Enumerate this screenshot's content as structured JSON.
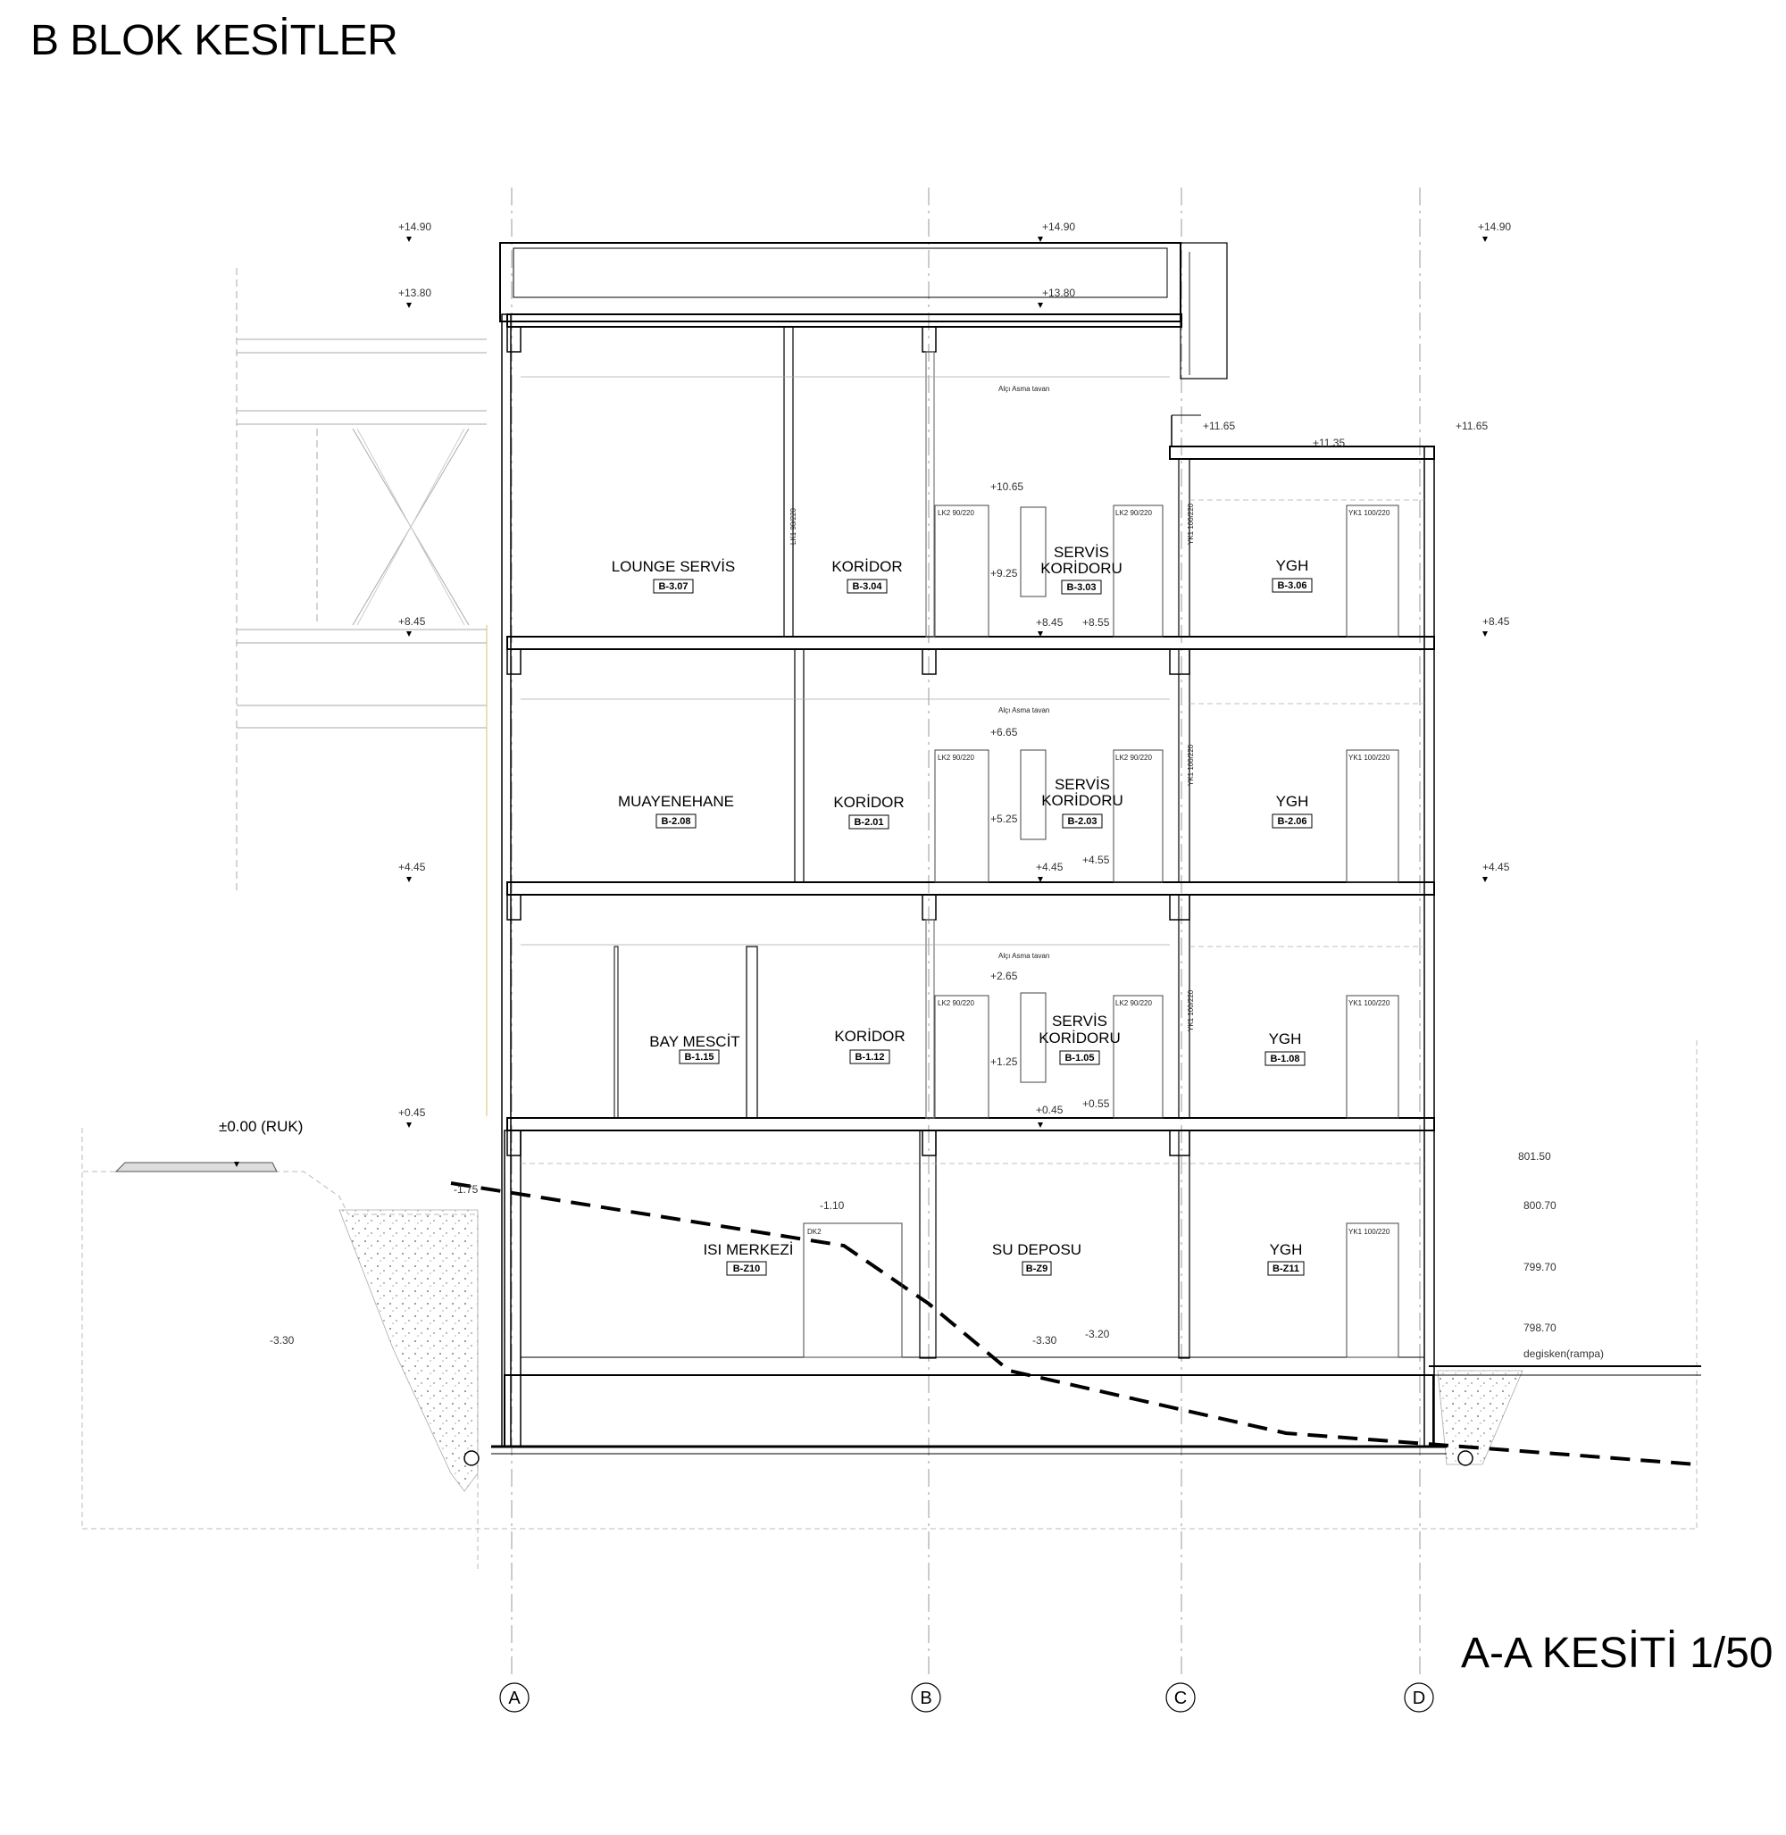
{
  "sheet": {
    "title": "B BLOK KESİTLER",
    "section_title": "A-A KESİTİ 1/50"
  },
  "grid_axes": [
    "A",
    "B",
    "C",
    "D"
  ],
  "levels": {
    "l1490": "+14.90",
    "l1380": "+13.80",
    "l1165": "+11.65",
    "l1135": "+11.35",
    "l1065": "+10.65",
    "l925": "+9.25",
    "l845": "+8.45",
    "l855": "+8.55",
    "l665": "+6.65",
    "l525": "+5.25",
    "l445": "+4.45",
    "l455": "+4.55",
    "l265": "+2.65",
    "l125": "+1.25",
    "l045": "+0.45",
    "l055": "+0.55",
    "ruk": "±0.00 (RUK)",
    "lm175": "-1.75",
    "lm110": "-1.10",
    "lm330": "-3.30",
    "lm320": "-3.20"
  },
  "site_levels": {
    "s80150": "801.50",
    "s80070": "800.70",
    "s79970": "799.70",
    "s79870": "798.70",
    "ramp": "degisken(rampa)"
  },
  "notes": {
    "ceiling": "Alçı Asma tavan"
  },
  "door_tags": {
    "lk1": "LK1 90/220",
    "lk2": "LK2 90/220",
    "yk1": "YK1 100/220",
    "yk1v": "YK1 100/220",
    "dk2": "DK2"
  },
  "rooms": {
    "r307": {
      "name": "LOUNGE SERVİS",
      "code": "B-3.07"
    },
    "r304": {
      "name": "KORİDOR",
      "code": "B-3.04"
    },
    "r303": {
      "name1": "SERVİS",
      "name2": "KORİDORU",
      "code": "B-3.03"
    },
    "r306": {
      "name": "YGH",
      "code": "B-3.06"
    },
    "r208": {
      "name": "MUAYENEHANE",
      "code": "B-2.08"
    },
    "r201": {
      "name": "KORİDOR",
      "code": "B-2.01"
    },
    "r203": {
      "name1": "SERVİS",
      "name2": "KORİDORU",
      "code": "B-2.03"
    },
    "r206": {
      "name": "YGH",
      "code": "B-2.06"
    },
    "r115": {
      "name": "BAY MESCİT",
      "code": "B-1.15"
    },
    "r112": {
      "name": "KORİDOR",
      "code": "B-1.12"
    },
    "r105": {
      "name1": "SERVİS",
      "name2": "KORİDORU",
      "code": "B-1.05"
    },
    "r108": {
      "name": "YGH",
      "code": "B-1.08"
    },
    "rz10": {
      "name": "ISI MERKEZİ",
      "code": "B-Z10"
    },
    "rz9": {
      "name": "SU DEPOSU",
      "code": "B-Z9"
    },
    "rz11": {
      "name": "YGH",
      "code": "B-Z11"
    }
  }
}
